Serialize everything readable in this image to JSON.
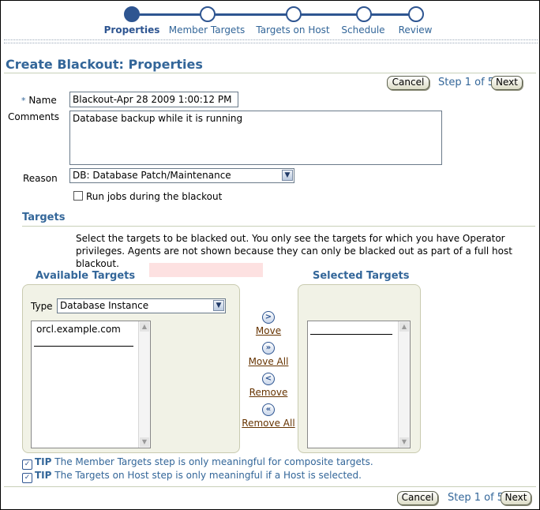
{
  "train": {
    "steps": [
      "Properties",
      "Member Targets",
      "Targets on Host",
      "Schedule",
      "Review"
    ],
    "current": 0
  },
  "page_title": "Create Blackout: Properties",
  "nav": {
    "cancel_label": "Cancel",
    "step_text": "Step 1 of 5",
    "next_label": "Next"
  },
  "form": {
    "name_label": "Name",
    "required_marker": "*",
    "name_value": "Blackout-Apr 28  2009 1:00:12 PM",
    "comments_label": "Comments",
    "comments_value": "Database backup while it is running",
    "reason_label": "Reason",
    "reason_value": "DB: Database Patch/Maintenance",
    "run_jobs_label": "Run jobs during the blackout",
    "run_jobs_checked": false
  },
  "targets": {
    "heading": "Targets",
    "instructions": "Select the targets to be blacked out. You only see the targets for which you have Operator privileges. Agents are not shown because they can only be blacked out as part of a full host blackout.",
    "available_heading": "Available Targets",
    "selected_heading": "Selected Targets",
    "type_label": "Type",
    "type_value": "Database Instance",
    "available_items": [
      "orcl.example.com"
    ],
    "selected_items": [],
    "move_label": "Move",
    "move_all_label": "Move All",
    "remove_label": "Remove",
    "remove_all_label": "Remove All"
  },
  "tips": {
    "tip_label": "TIP",
    "tip1": "The Member Targets step is only meaningful for composite targets.",
    "tip2": "The Targets on Host step is only meaningful if a Host is selected."
  },
  "colors": {
    "accent": "#336699",
    "train": "#2e5591",
    "panel": "#f1f2e6",
    "link": "#663300"
  }
}
